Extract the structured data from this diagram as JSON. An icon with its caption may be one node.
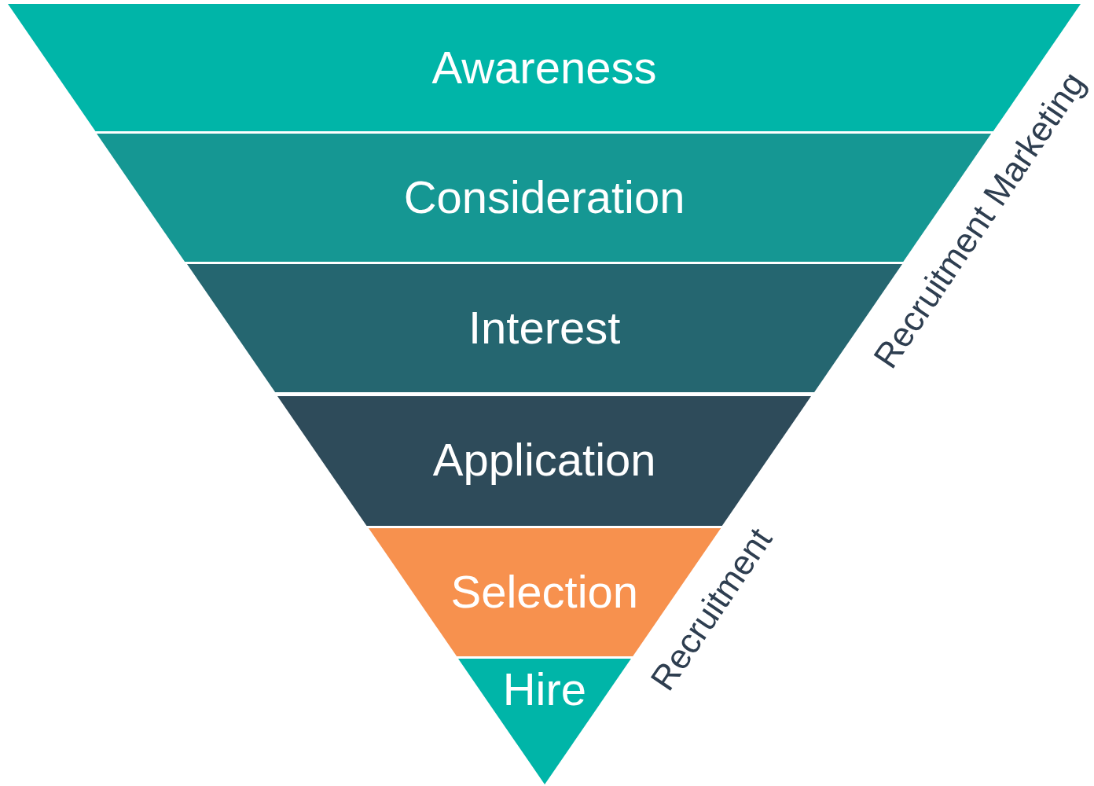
{
  "diagram": {
    "nodes": [
      {
        "text": [
          "Awareness"
        ]
      },
      {
        "text": [
          "Consideration"
        ]
      },
      {
        "text": [
          "Interest"
        ]
      },
      {
        "text": [
          "Application"
        ]
      },
      {
        "text": [
          "Selection"
        ]
      },
      {
        "text": [
          "Hire"
        ]
      }
    ],
    "labels": [
      "Recruitment Marketing",
      "Recruitment"
    ]
  }
}
